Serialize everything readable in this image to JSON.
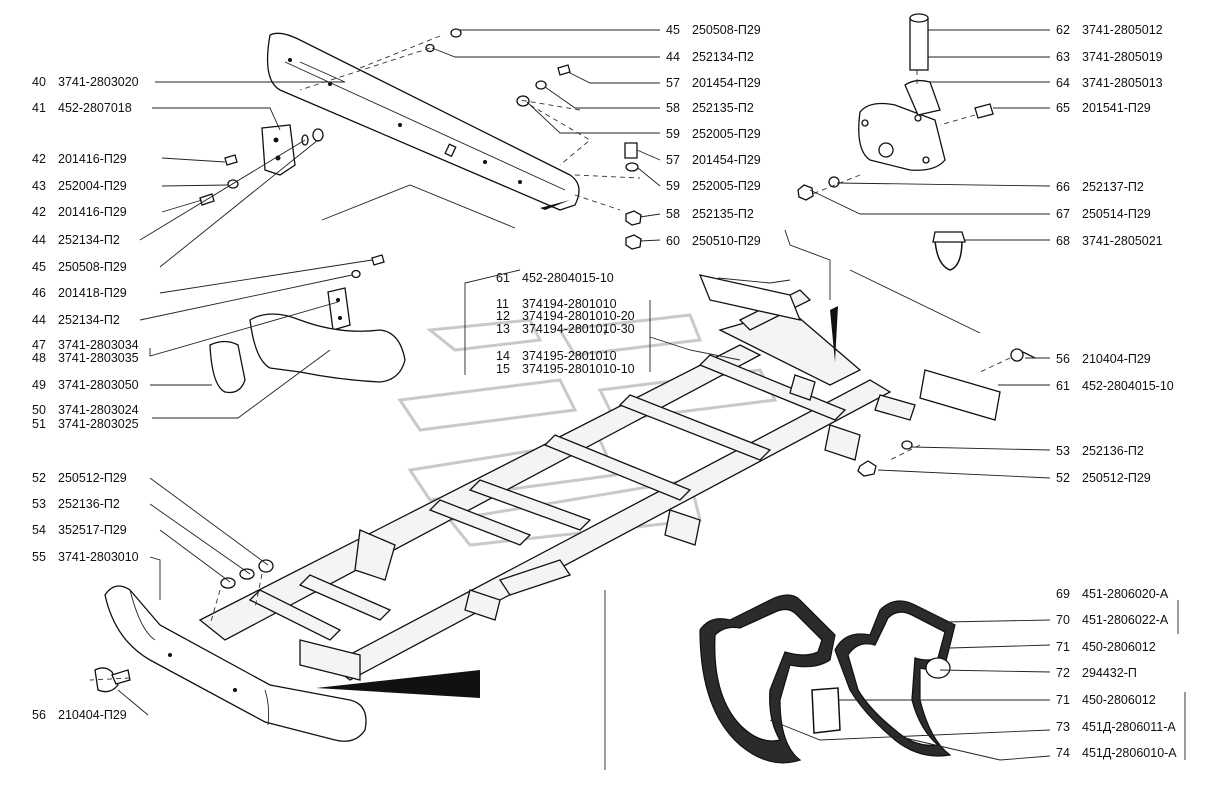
{
  "callouts": [
    {
      "num": "45",
      "part": "250508-П29"
    },
    {
      "num": "44",
      "part": "252134-П2"
    },
    {
      "num": "40",
      "part": "3741-2803020"
    },
    {
      "num": "57",
      "part": "201454-П29"
    },
    {
      "num": "41",
      "part": "452-2807018"
    },
    {
      "num": "58",
      "part": "252135-П2"
    },
    {
      "num": "59",
      "part": "252005-П29"
    },
    {
      "num": "42",
      "part": "201416-П29"
    },
    {
      "num": "57",
      "part": "201454-П29"
    },
    {
      "num": "43",
      "part": "252004-П29"
    },
    {
      "num": "59",
      "part": "252005-П29"
    },
    {
      "num": "42",
      "part": "201416-П29"
    },
    {
      "num": "58",
      "part": "252135-П2"
    },
    {
      "num": "44",
      "part": "252134-П2"
    },
    {
      "num": "60",
      "part": "250510-П29"
    },
    {
      "num": "45",
      "part": "250508-П29"
    },
    {
      "num": "61",
      "part": "452-2804015-10"
    },
    {
      "num": "46",
      "part": "201418-П29"
    },
    {
      "num": "11",
      "part": "374194-2801010"
    },
    {
      "num": "44",
      "part": "252134-П2"
    },
    {
      "num": "12",
      "part": "374194-2801010-20"
    },
    {
      "num": "13",
      "part": "374194-2801010-30"
    },
    {
      "num": "47",
      "part": "3741-2803034"
    },
    {
      "num": "48",
      "part": "3741-2803035"
    },
    {
      "num": "14",
      "part": "374195-2801010"
    },
    {
      "num": "15",
      "part": "374195-2801010-10"
    },
    {
      "num": "49",
      "part": "3741-2803050"
    },
    {
      "num": "50",
      "part": "3741-2803024"
    },
    {
      "num": "51",
      "part": "3741-2803025"
    },
    {
      "num": "52",
      "part": "250512-П29"
    },
    {
      "num": "53",
      "part": "252136-П2"
    },
    {
      "num": "54",
      "part": "352517-П29"
    },
    {
      "num": "55",
      "part": "3741-2803010"
    },
    {
      "num": "56",
      "part": "210404-П29"
    },
    {
      "num": "62",
      "part": "3741-2805012"
    },
    {
      "num": "63",
      "part": "3741-2805019"
    },
    {
      "num": "64",
      "part": "3741-2805013"
    },
    {
      "num": "65",
      "part": "201541-П29"
    },
    {
      "num": "66",
      "part": "252137-П2"
    },
    {
      "num": "67",
      "part": "250514-П29"
    },
    {
      "num": "68",
      "part": "3741-2805021"
    },
    {
      "num": "56",
      "part": "210404-П29"
    },
    {
      "num": "61",
      "part": "452-2804015-10"
    },
    {
      "num": "53",
      "part": "252136-П2"
    },
    {
      "num": "52",
      "part": "250512-П29"
    },
    {
      "num": "69",
      "part": "451-2806020-А"
    },
    {
      "num": "70",
      "part": "451-2806022-А"
    },
    {
      "num": "71",
      "part": "450-2806012"
    },
    {
      "num": "72",
      "part": "294432-П"
    },
    {
      "num": "71",
      "part": "450-2806012"
    },
    {
      "num": "73",
      "part": "451Д-2806011-А"
    },
    {
      "num": "74",
      "part": "451Д-2806010-А"
    }
  ]
}
